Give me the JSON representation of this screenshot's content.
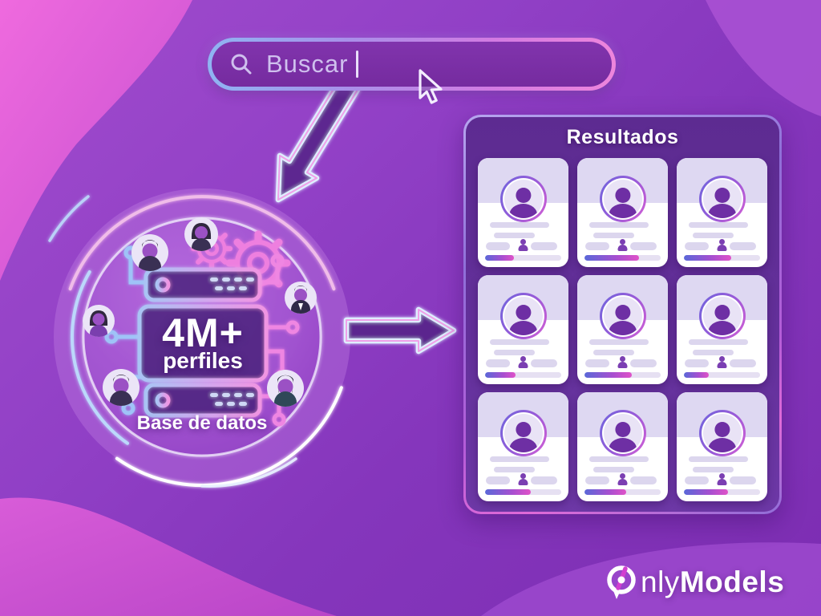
{
  "search_bar": {
    "value": "Buscar",
    "icon": "search-icon",
    "cursor_icon": "mouse-pointer-icon"
  },
  "flow": {
    "arrow_top": "arrow-down-left-icon",
    "arrow_right": "arrow-right-icon"
  },
  "database": {
    "count": "4M+",
    "count_label": "perfiles",
    "caption": "Base de datos",
    "icons": [
      "server-stack-icon",
      "gear-icon",
      "circuit-lines-icon"
    ],
    "avatars": [
      "man-avatar",
      "woman-avatar",
      "woman-avatar",
      "suit-man-avatar",
      "man-avatar",
      "beard-man-avatar"
    ]
  },
  "results": {
    "title": "Resultados",
    "cards": [
      {
        "progress_percent": 38
      },
      {
        "progress_percent": 72
      },
      {
        "progress_percent": 62
      },
      {
        "progress_percent": 40
      },
      {
        "progress_percent": 62
      },
      {
        "progress_percent": 33
      },
      {
        "progress_percent": 60
      },
      {
        "progress_percent": 55
      },
      {
        "progress_percent": 58
      }
    ]
  },
  "brand": {
    "full_name": "OnlyModels",
    "name_regular": "nly",
    "name_bold": "Models",
    "logo_icon": "only-models-o-icon"
  },
  "colors": {
    "bg_purple": "#8536bc",
    "bg_pink": "#e060d8",
    "panel_bg": "#5d2b91",
    "card_bg": "#ffffff",
    "card_band": "#ded8f2",
    "accent_blue": "#8fb4f2",
    "accent_pink": "#ee85dc",
    "neon_blue": "#bcd8fb",
    "neon_pink": "#f0bce9",
    "person_purple": "#6e2fa4",
    "progress_gradient": [
      "#5a68d8",
      "#e052c8"
    ]
  }
}
